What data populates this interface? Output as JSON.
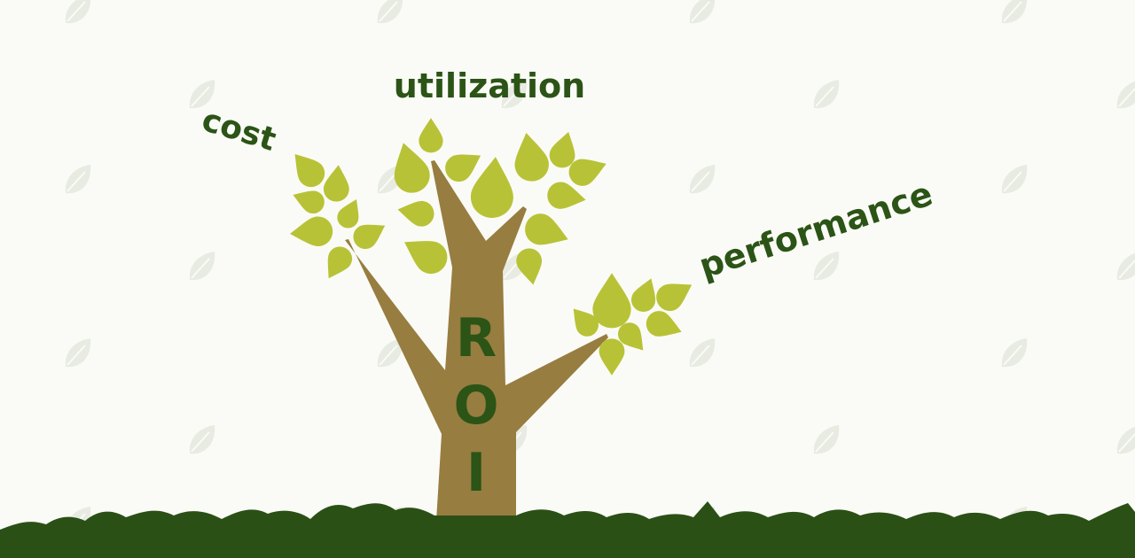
{
  "labels": {
    "top": "utilization",
    "left": "cost",
    "right": "performance",
    "trunk": [
      "R",
      "O",
      "I"
    ]
  },
  "colors": {
    "background": "#fafbf6",
    "leaf": "#b8c236",
    "trunk": "#977d40",
    "ground": "#2b5016",
    "text": "#2b5416",
    "pattern": "#e8ebe2"
  },
  "icons": [
    "leaf-pattern-icon",
    "tree-icon",
    "grass-icon"
  ]
}
